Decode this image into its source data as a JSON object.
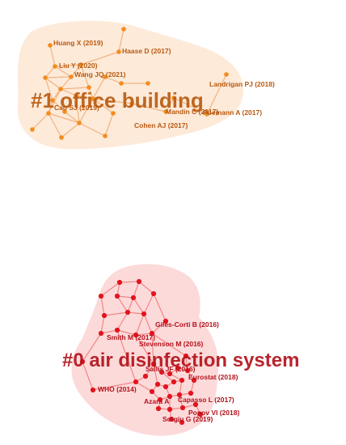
{
  "clusters": [
    {
      "id": "c1",
      "label": "#1 office building",
      "color": "#b85a10",
      "node_color": "#f28c1e",
      "edge_color": "#f0a060",
      "fill_color": "#fde6d2",
      "nodes": [
        {
          "label": "Huang X (2019)"
        },
        {
          "label": "Haase D (2017)"
        },
        {
          "label": "Liu Y (2020)"
        },
        {
          "label": "Wang JQ (2021)"
        },
        {
          "label": "Landrigan PJ (2018)"
        },
        {
          "label": "Cao SJ (2019)"
        },
        {
          "label": "Mandin C (2017)"
        },
        {
          "label": "Cohen AJ (2017)"
        },
        {
          "label": "Poemann A (2017)"
        }
      ]
    },
    {
      "id": "c0",
      "label": "#0 air disinfection system",
      "color": "#b3121b",
      "node_color": "#e3141e",
      "edge_color": "#f06a6a",
      "fill_color": "#fbd3d3",
      "nodes": [
        {
          "label": "Giles-Corti B (2016)"
        },
        {
          "label": "Smith M (2017)"
        },
        {
          "label": "Stevenson M (2016)"
        },
        {
          "label": "Sallis JF (2016)"
        },
        {
          "label": "Eurostat (2018)"
        },
        {
          "label": "WHO (2014)"
        },
        {
          "label": "Azara A"
        },
        {
          "label": "Capasso L (2017)"
        },
        {
          "label": "Popov VI (2018)"
        },
        {
          "label": "Sotgiu G (2019)"
        }
      ]
    }
  ]
}
